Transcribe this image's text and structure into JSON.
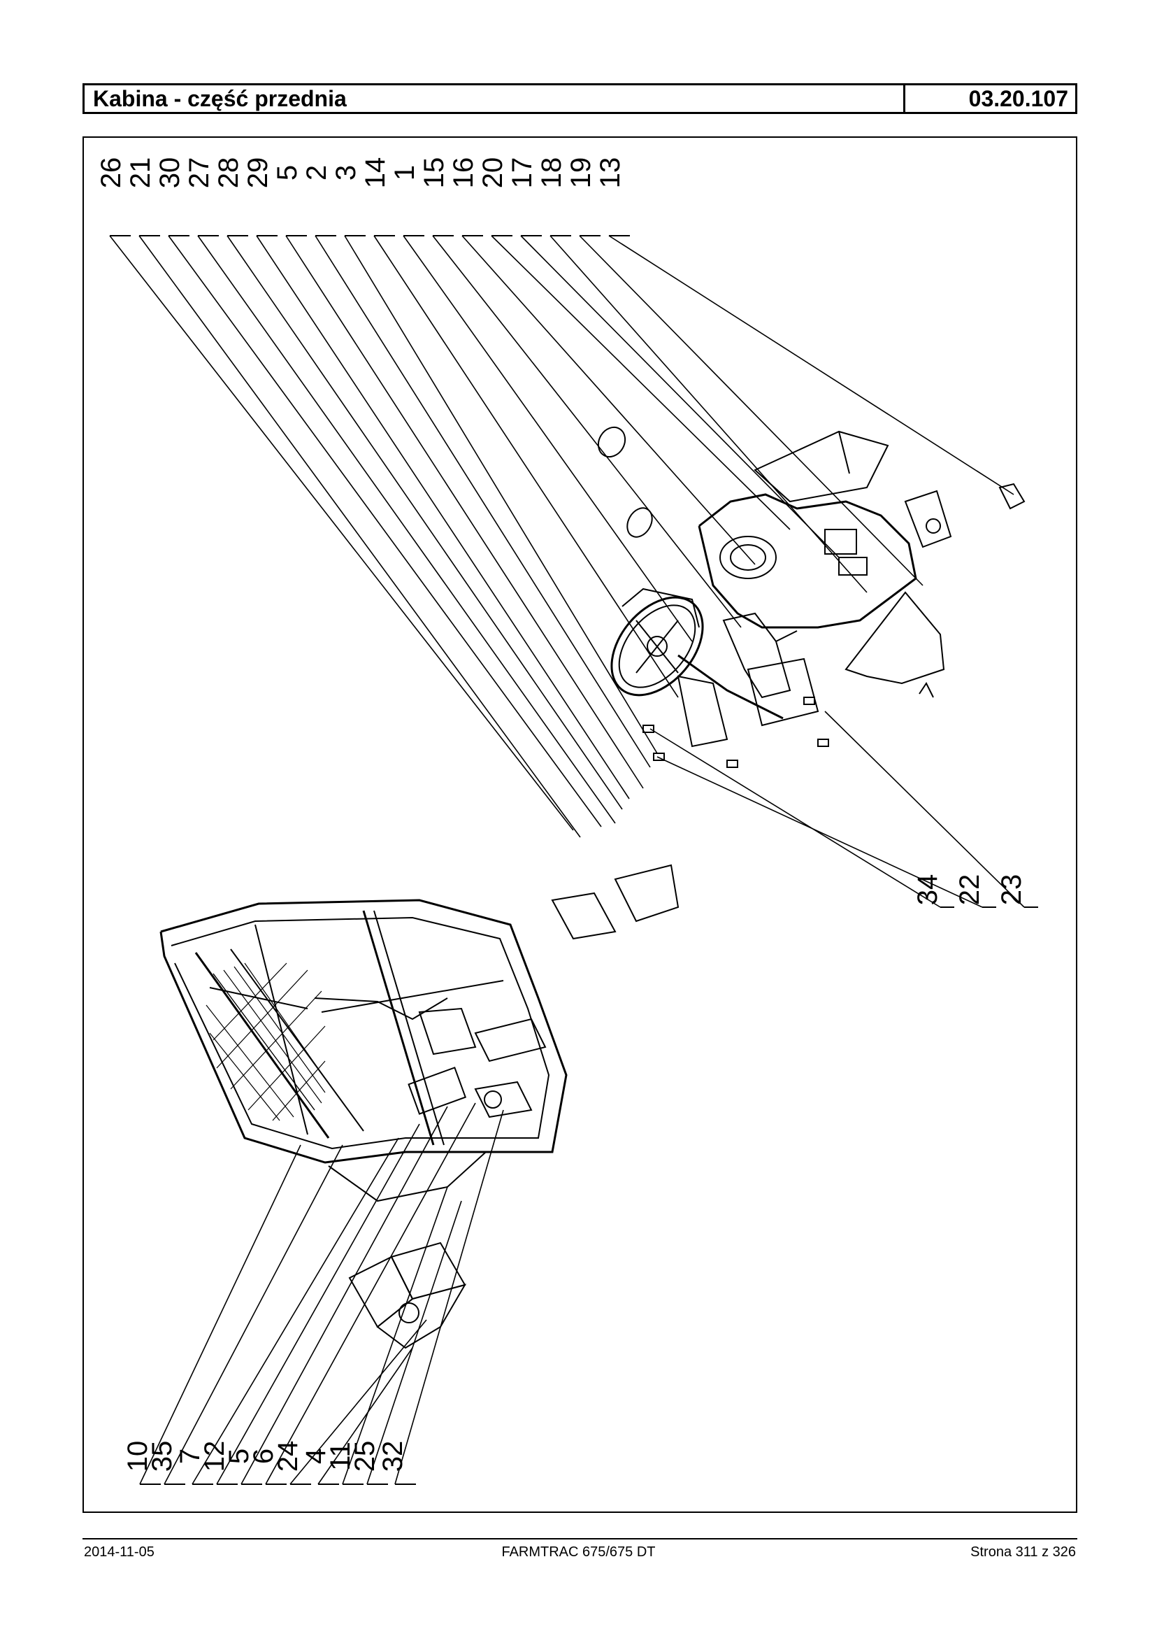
{
  "header": {
    "title": "Kabina - część przednia",
    "code": "03.20.107"
  },
  "drawing": {
    "callouts_top": [
      "26",
      "21",
      "30",
      "27",
      "28",
      "29",
      "5",
      "2",
      "3",
      "14",
      "1",
      "15",
      "16",
      "20",
      "17",
      "18",
      "19",
      "13"
    ],
    "callouts_right": [
      "23",
      "22",
      "34"
    ],
    "callouts_bottom": [
      "10",
      "35",
      "7",
      "12",
      "5",
      "6",
      "24",
      "4",
      "11",
      "25",
      "32"
    ]
  },
  "footer": {
    "date": "2014-11-05",
    "model": "FARMTRAC 675/675 DT",
    "page": "Strona 311 z 326"
  }
}
